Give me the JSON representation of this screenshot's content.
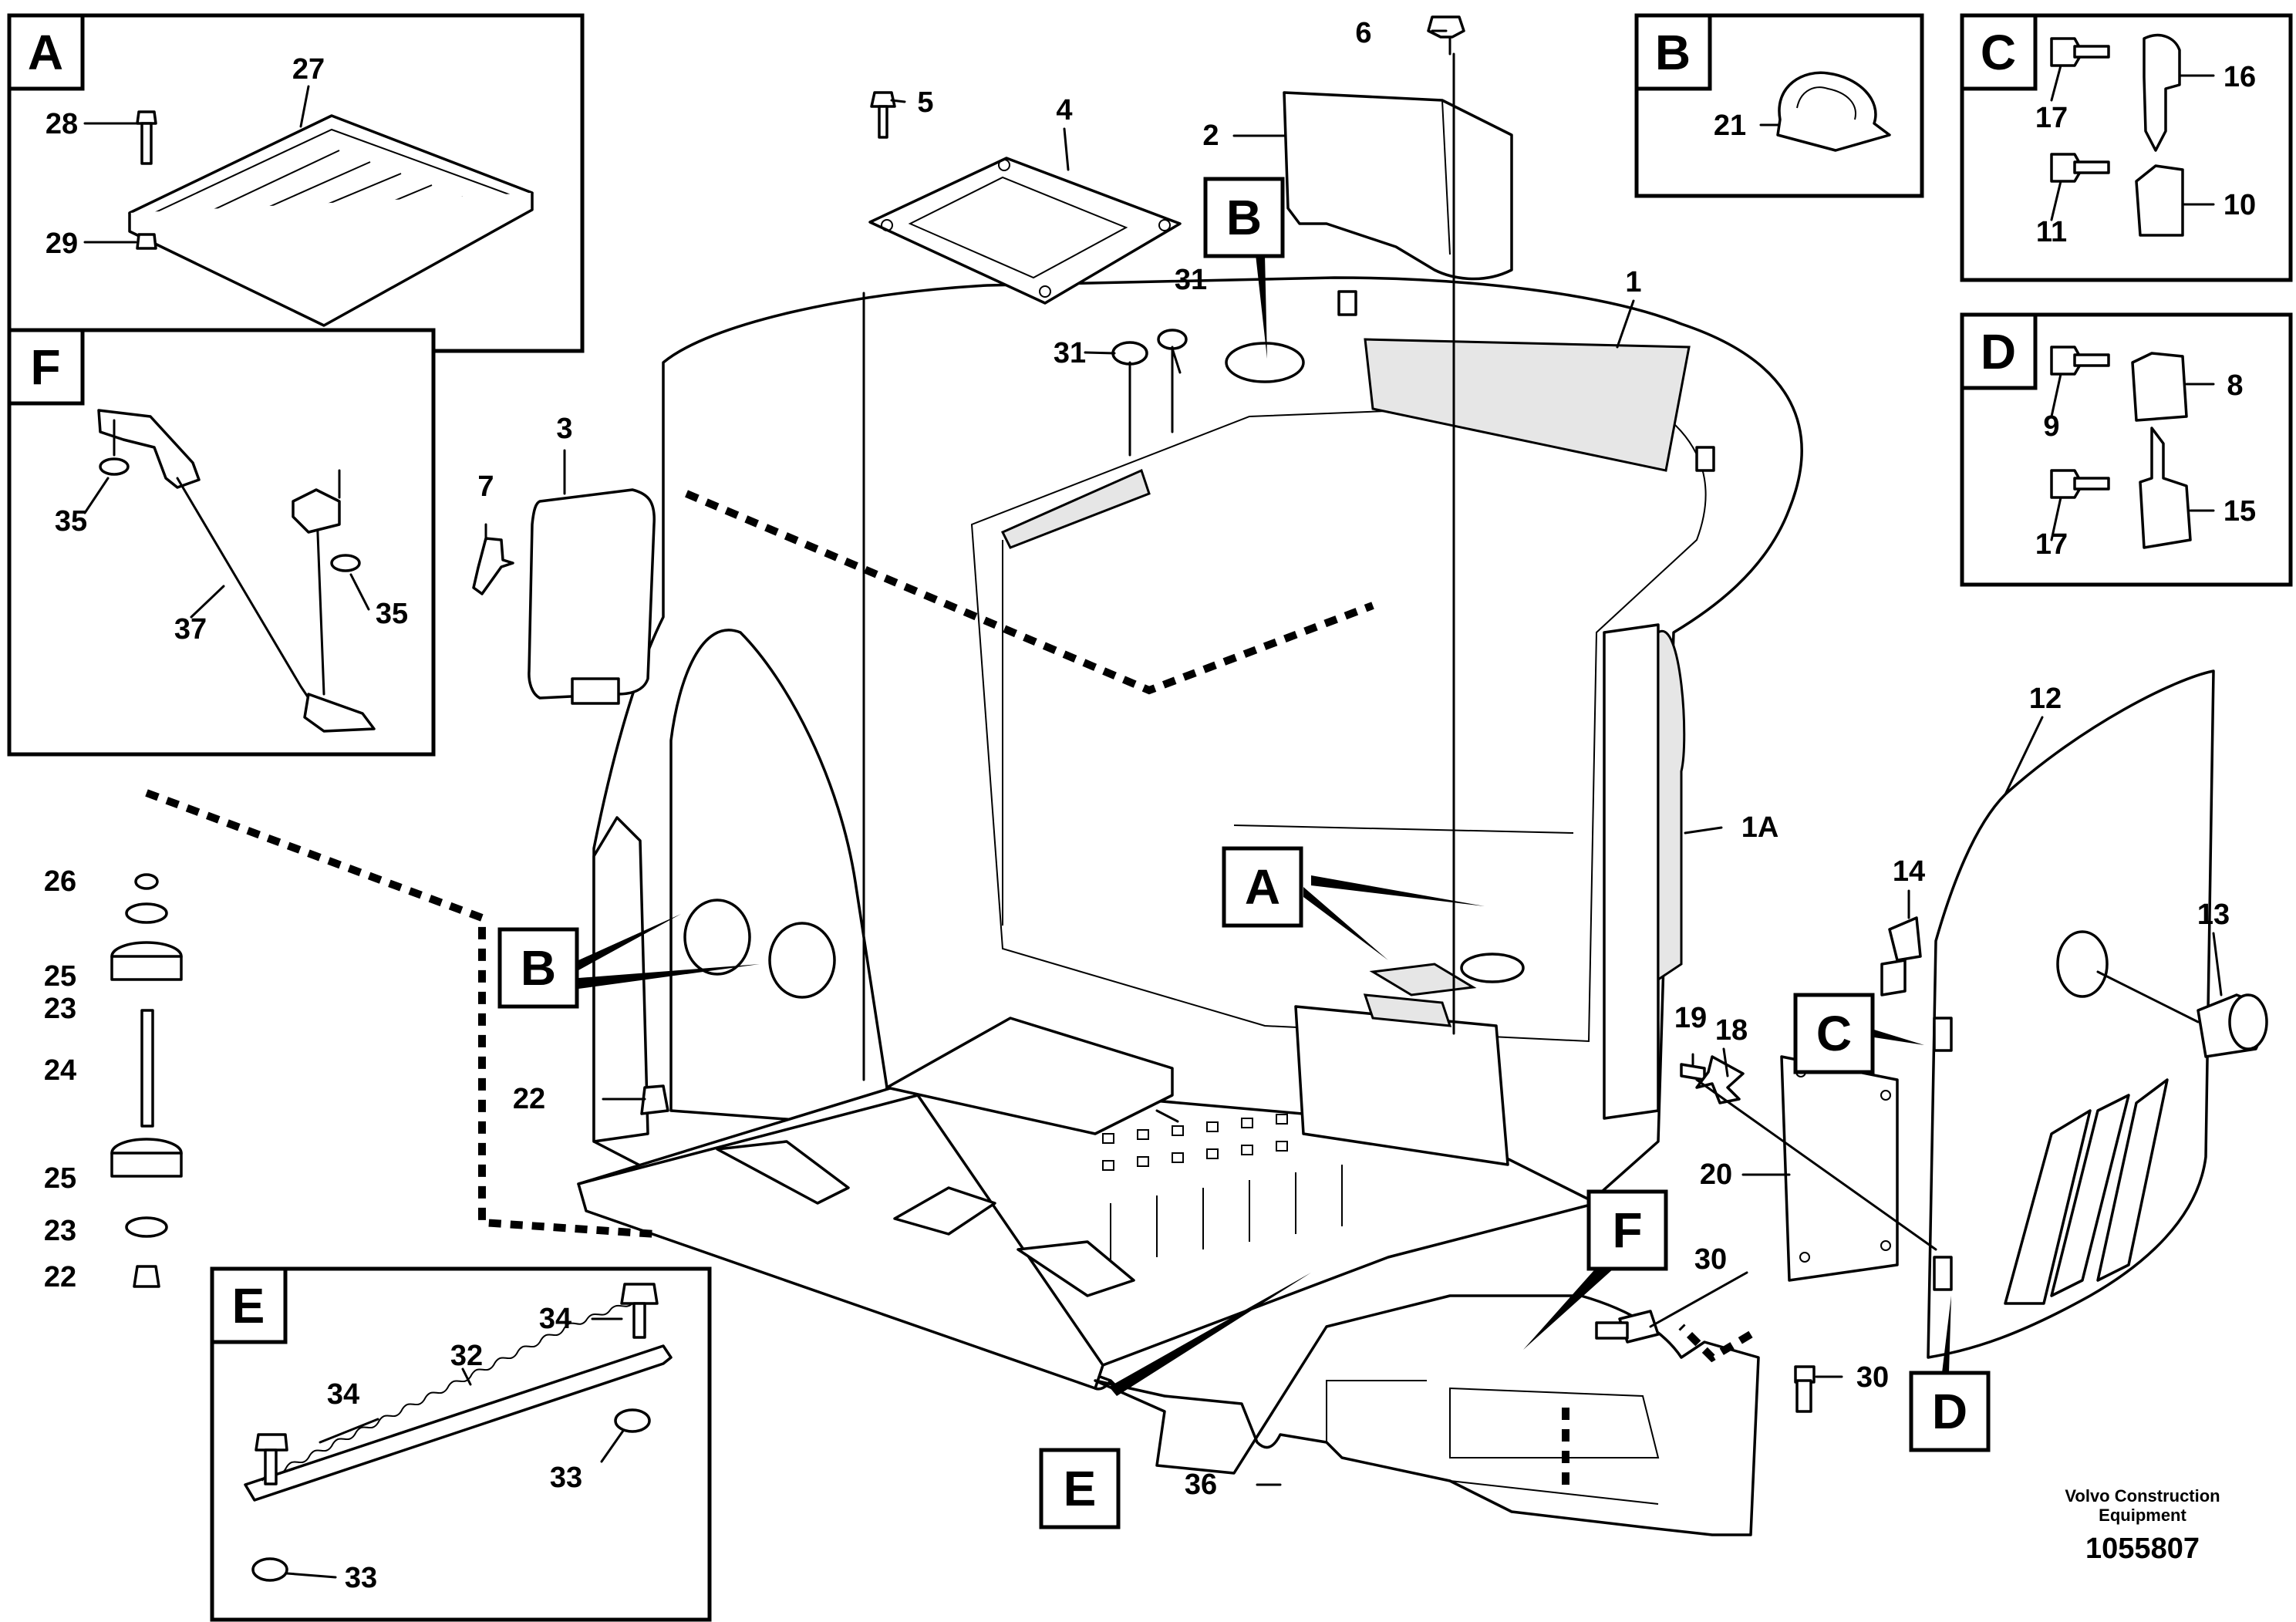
{
  "callouts": {
    "c1": "1",
    "c1a": "1A",
    "c2": "2",
    "c3": "3",
    "c4": "4",
    "c5": "5",
    "c6": "6",
    "c7": "7",
    "c8": "8",
    "c9": "9",
    "c10": "10",
    "c11": "11",
    "c12": "12",
    "c13": "13",
    "c14": "14",
    "c15": "15",
    "c16": "16",
    "c17a": "17",
    "c17b": "17",
    "c18": "18",
    "c19": "19",
    "c20": "20",
    "c21": "21",
    "c22a": "22",
    "c22b": "22",
    "c23a": "23",
    "c23b": "23",
    "c24": "24",
    "c25a": "25",
    "c25b": "25",
    "c26": "26",
    "c27": "27",
    "c28": "28",
    "c29": "29",
    "c30a": "30",
    "c30b": "30",
    "c31a": "31",
    "c31b": "31",
    "c32": "32",
    "c33a": "33",
    "c33b": "33",
    "c34a": "34",
    "c34b": "34",
    "c35a": "35",
    "c35b": "35",
    "c36": "36",
    "c37": "37"
  },
  "detail_tags": {
    "A_main": "A",
    "A_inset": "A",
    "B_top": "B",
    "B_left": "B",
    "B_inset": "B",
    "C_main": "C",
    "C_inset": "C",
    "D_main": "D",
    "D_inset": "D",
    "E_main": "E",
    "E_inset": "E",
    "F_main": "F",
    "F_inset": "F"
  },
  "footer": {
    "company_line1": "Volvo Construction",
    "company_line2": "Equipment",
    "drawing_number": "1055807"
  }
}
